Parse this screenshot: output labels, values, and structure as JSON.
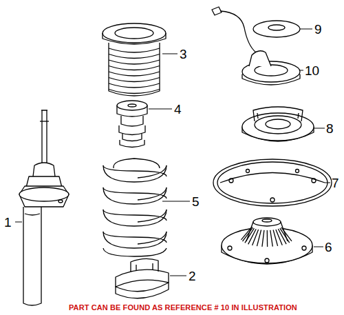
{
  "diagram": {
    "labels": [
      "1",
      "2",
      "3",
      "4",
      "5",
      "6",
      "7",
      "8",
      "9",
      "10",
      "PART CAN BE FOUND AS REFERENCE # 10 IN ILLUSTRATION"
    ]
  }
}
